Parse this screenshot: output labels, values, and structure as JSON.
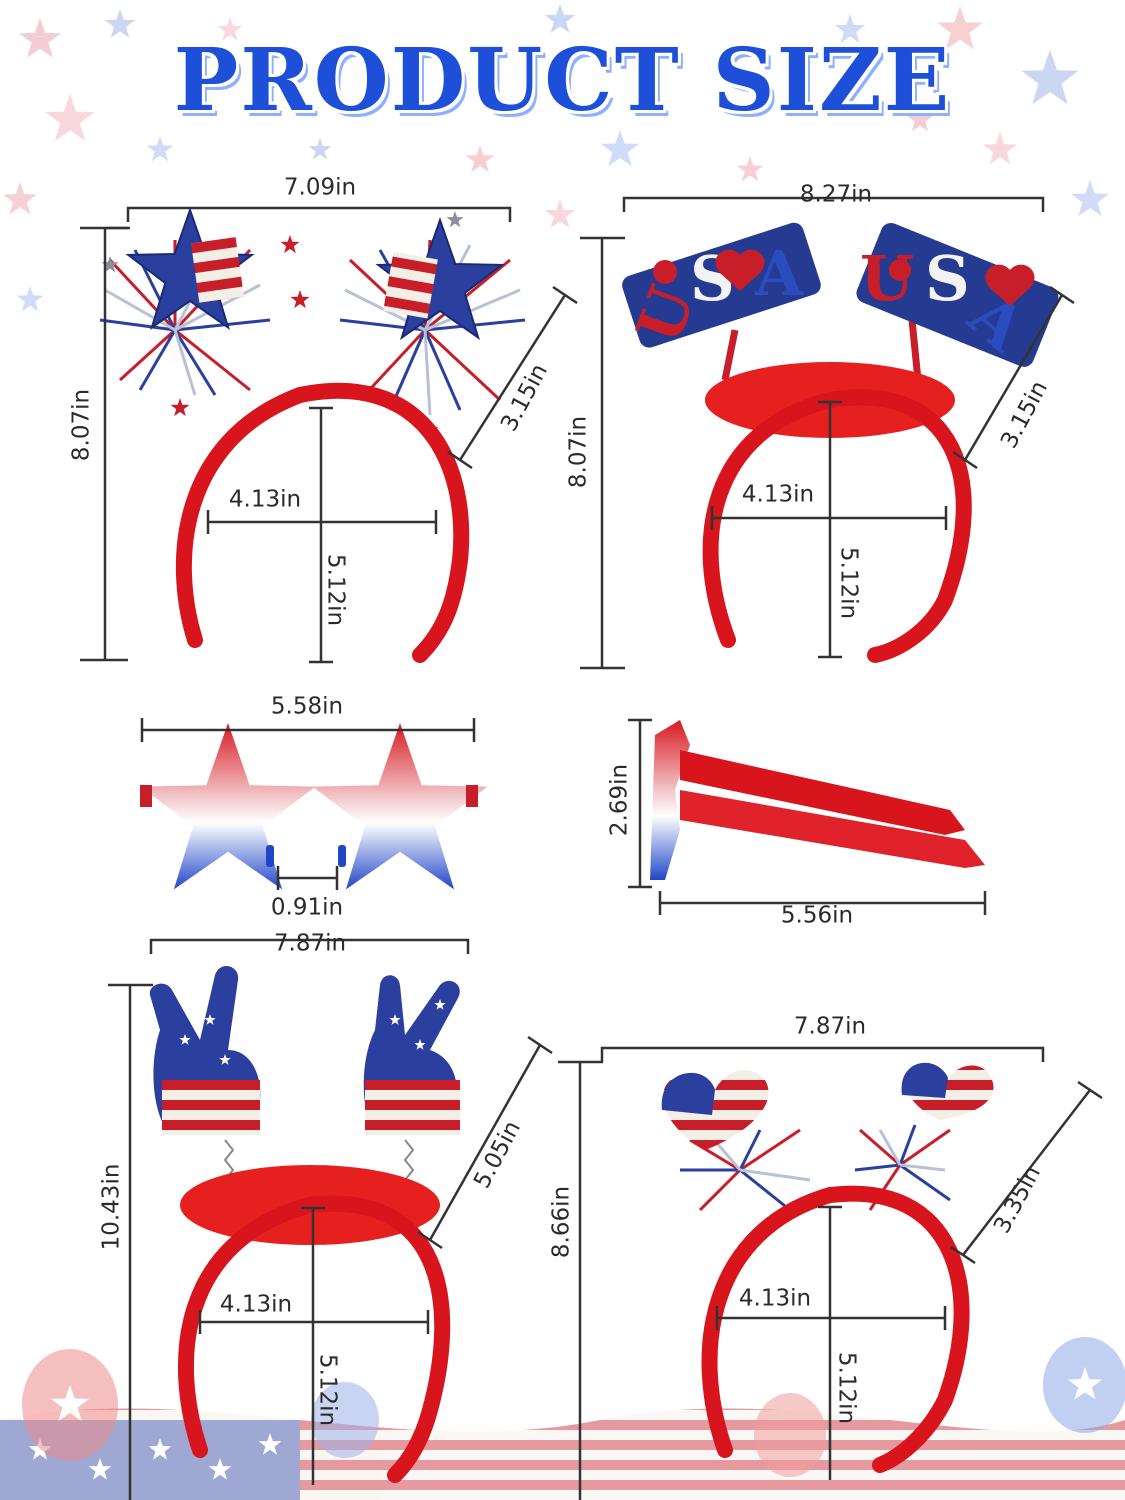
{
  "title": "PRODUCT SIZE",
  "colors": {
    "title_blue": "#1d4fd8",
    "headband_red": "#d8141c",
    "flag_blue": "#2a3f9e",
    "flag_red": "#c81e2a",
    "line": "#333333"
  },
  "items": [
    {
      "name": "star-tinsel-headband",
      "width": "7.09in",
      "height": "8.07in",
      "antenna": "3.15in",
      "inner_width": "4.13in",
      "inner_height": "5.12in"
    },
    {
      "name": "usa-letters-headband",
      "width": "8.27in",
      "height": "8.07in",
      "antenna": "3.15in",
      "inner_width": "4.13in",
      "inner_height": "5.12in"
    },
    {
      "name": "star-glasses-front",
      "width": "5.58in",
      "bridge": "0.91in"
    },
    {
      "name": "star-glasses-side",
      "height": "2.69in",
      "length": "5.56in"
    },
    {
      "name": "peace-sign-headband",
      "width": "7.87in",
      "height": "10.43in",
      "antenna": "5.05in",
      "inner_width": "4.13in",
      "inner_height": "5.12in"
    },
    {
      "name": "heart-flag-headband",
      "width": "7.87in",
      "height": "8.66in",
      "antenna": "3.35in",
      "inner_width": "4.13in",
      "inner_height": "5.12in"
    }
  ]
}
